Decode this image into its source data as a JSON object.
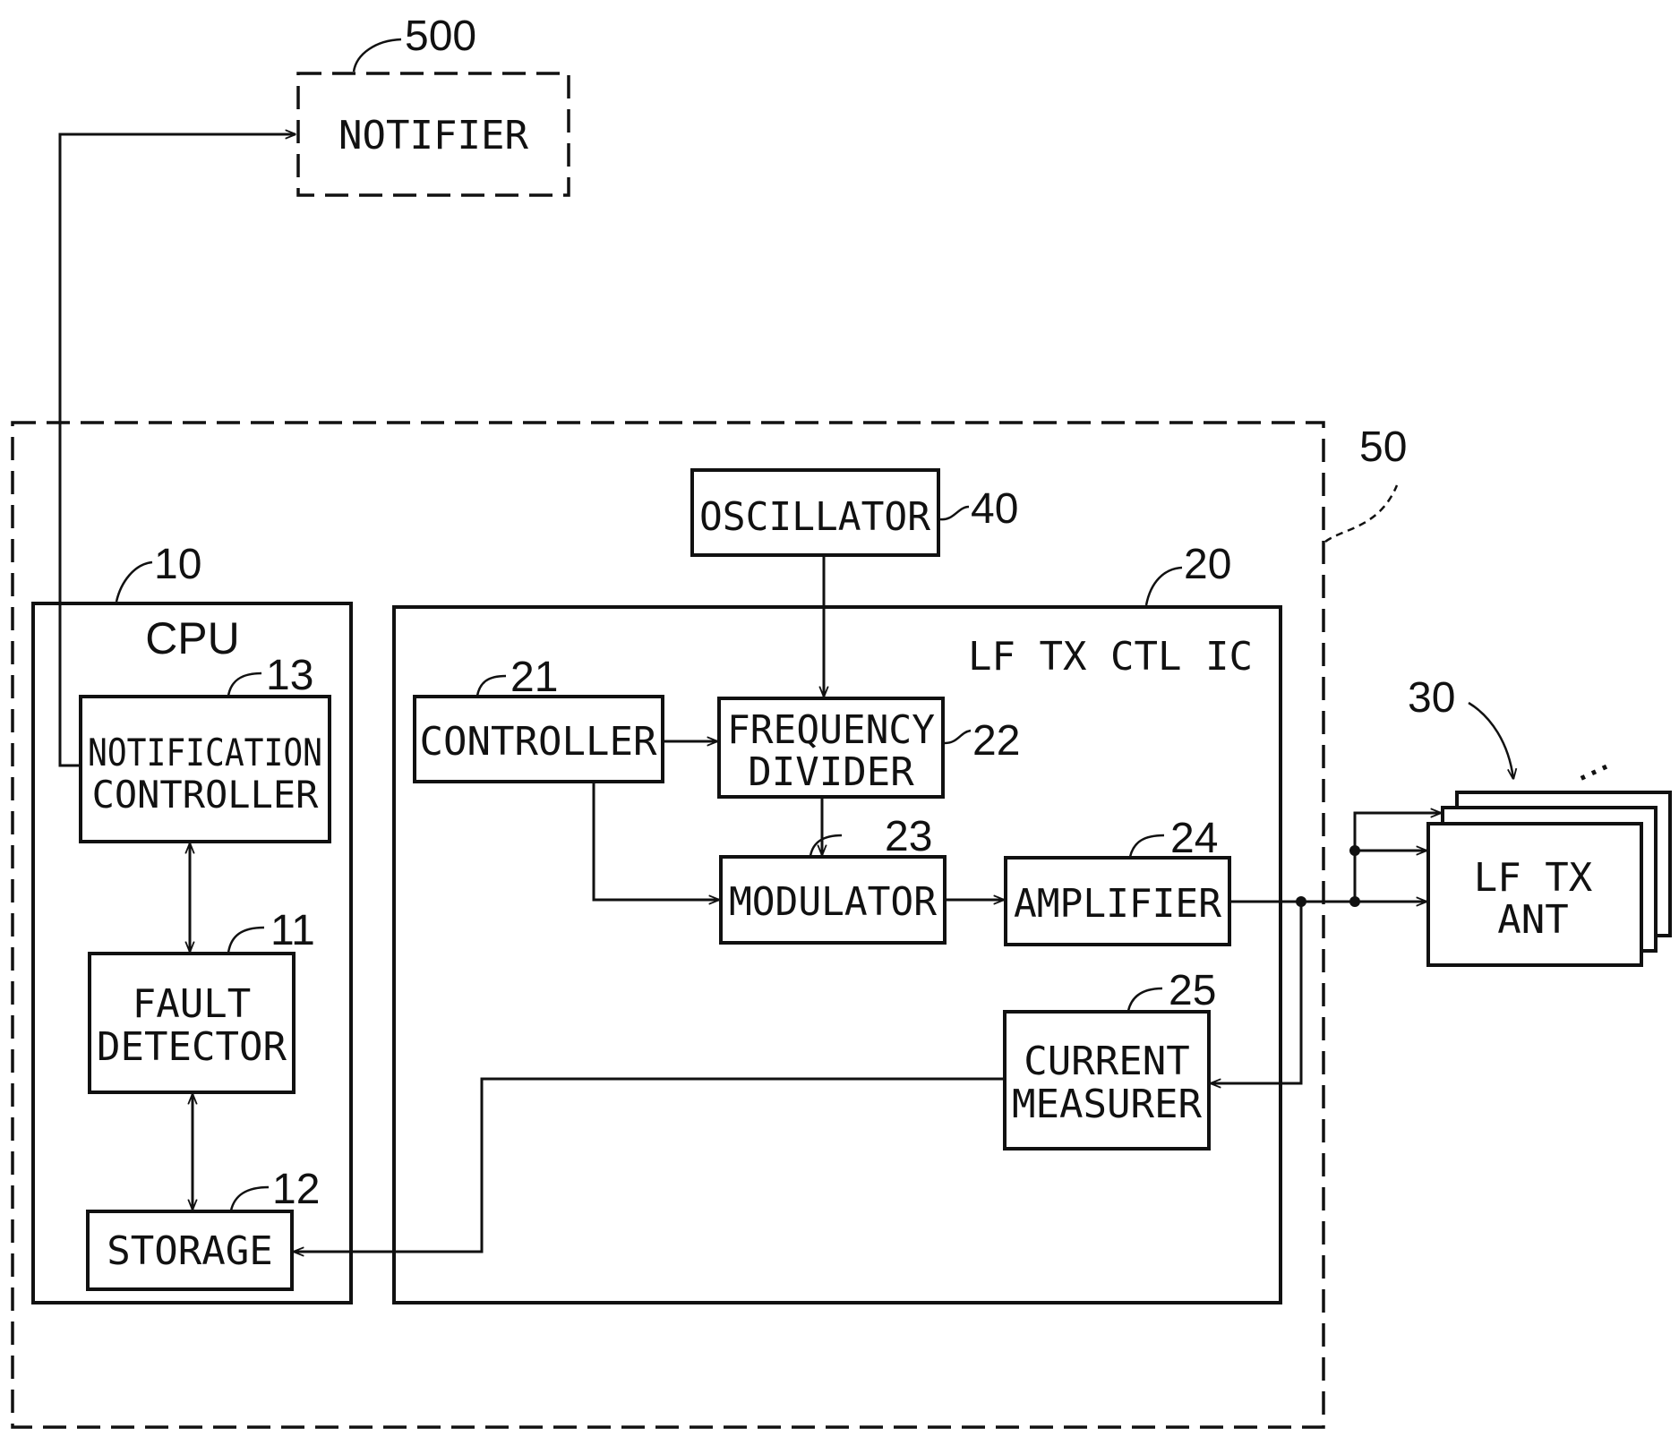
{
  "diagram": {
    "notifier": {
      "label": "NOTIFIER",
      "ref": "500"
    },
    "module": {
      "ref": "50"
    },
    "cpu": {
      "title": "CPU",
      "ref": "10",
      "notification_controller": {
        "line1": "NOTIFICATION",
        "line2": "CONTROLLER",
        "ref": "13"
      },
      "fault_detector": {
        "line1": "FAULT",
        "line2": "DETECTOR",
        "ref": "11"
      },
      "storage": {
        "label": "STORAGE",
        "ref": "12"
      }
    },
    "oscillator": {
      "label": "OSCILLATOR",
      "ref": "40"
    },
    "ic": {
      "title": "LF  TX  CTL  IC",
      "ref": "20",
      "controller": {
        "label": "CONTROLLER",
        "ref": "21"
      },
      "frequency_divider": {
        "line1": "FREQUENCY",
        "line2": "DIVIDER",
        "ref": "22"
      },
      "modulator": {
        "label": "MODULATOR",
        "ref": "23"
      },
      "amplifier": {
        "label": "AMPLIFIER",
        "ref": "24"
      },
      "current_measurer": {
        "line1": "CURRENT",
        "line2": "MEASURER",
        "ref": "25"
      }
    },
    "antenna": {
      "line1": "LF  TX",
      "line2": "ANT",
      "ref": "30",
      "more": "..."
    }
  }
}
